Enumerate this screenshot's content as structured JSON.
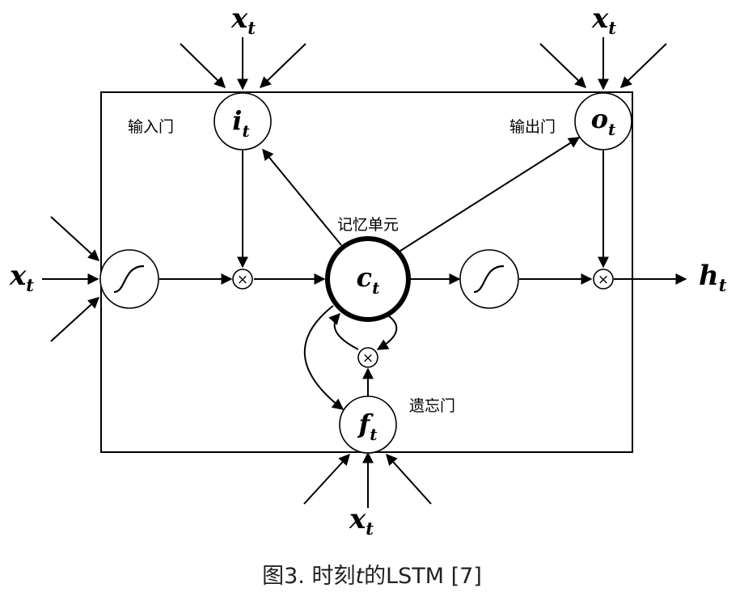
{
  "diagram": {
    "inputs": {
      "base": "x",
      "sub": "t"
    },
    "output": {
      "base": "h",
      "sub": "t"
    },
    "nodes": {
      "input_gate": {
        "base": "i",
        "sub": "t",
        "label": "输入门"
      },
      "output_gate": {
        "base": "o",
        "sub": "t",
        "label": "输出门"
      },
      "forget_gate": {
        "base": "f",
        "sub": "t",
        "label": "遗忘门"
      },
      "cell": {
        "base": "c",
        "sub": "t",
        "label": "记忆单元"
      }
    },
    "multiply_symbol": "×"
  },
  "caption": {
    "prefix": "图3. 时刻",
    "var": "t",
    "suffix": "的LSTM [7]"
  }
}
